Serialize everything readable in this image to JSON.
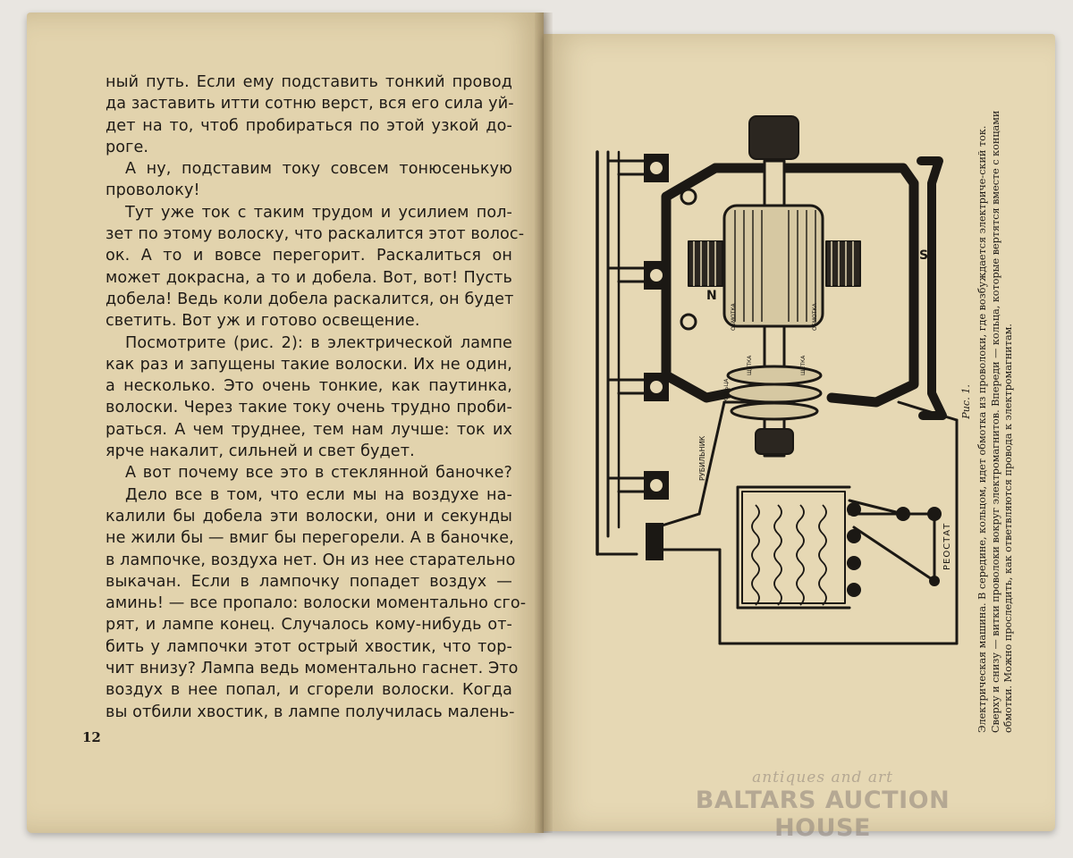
{
  "left_page": {
    "page_number": "12",
    "lines": [
      {
        "t": "ный путь. Если ему подставить тонкий провод",
        "cls": ""
      },
      {
        "t": "да заставить итти сотню верст, вся его сила уй-",
        "cls": ""
      },
      {
        "t": "дет на то, чтоб пробираться по этой узкой до-",
        "cls": ""
      },
      {
        "t": "роге.",
        "cls": "last"
      },
      {
        "t": "А ну, подставим току совсем тонюсенькую",
        "cls": "indent"
      },
      {
        "t": "проволоку!",
        "cls": "last"
      },
      {
        "t": "Тут уже ток с таким трудом и усилием пол-",
        "cls": "indent"
      },
      {
        "t": "зет по этому волоску, что раскалится этот волос-",
        "cls": ""
      },
      {
        "t": "ок. А то и вовсе перегорит. Раскалиться он",
        "cls": ""
      },
      {
        "t": "может докрасна, а то и добела. Вот, вот! Пусть",
        "cls": ""
      },
      {
        "t": "добела! Ведь коли добела раскалится, он будет",
        "cls": ""
      },
      {
        "t": "светить. Вот уж и готово освещение.",
        "cls": "last"
      },
      {
        "t": "Посмотрите (рис. 2): в электрической лампе",
        "cls": "indent"
      },
      {
        "t": "как раз и запущены такие волоски. Их не один,",
        "cls": ""
      },
      {
        "t": "а несколько. Это очень тонкие, как паутинка,",
        "cls": ""
      },
      {
        "t": "волоски. Через такие току очень трудно проби-",
        "cls": ""
      },
      {
        "t": "раться. А чем труднее, тем нам лучше: ток их",
        "cls": ""
      },
      {
        "t": "ярче накалит, сильней и свет будет.",
        "cls": "last"
      },
      {
        "t": "А вот почему все это в стеклянной баночке?",
        "cls": "indent"
      },
      {
        "t": "Дело все в том, что если мы на воздухе на-",
        "cls": "indent"
      },
      {
        "t": "калили бы добела эти волоски, они и секунды",
        "cls": ""
      },
      {
        "t": "не жили бы — вмиг бы перегорели. А в баночке,",
        "cls": ""
      },
      {
        "t": "в лампочке, воздуха нет. Он из нее старательно",
        "cls": ""
      },
      {
        "t": "выкачан. Если в лампочку попадет воздух —",
        "cls": ""
      },
      {
        "t": "аминь! — все пропало: волоски моментально сго-",
        "cls": ""
      },
      {
        "t": "рят, и лампе конец. Случалось кому-нибудь от-",
        "cls": ""
      },
      {
        "t": "бить у лампочки этот острый хвостик, что тор-",
        "cls": ""
      },
      {
        "t": "чит внизу? Лампа ведь моментально гаснет. Это",
        "cls": ""
      },
      {
        "t": "воздух в нее попал, и сгорели волоски. Когда",
        "cls": ""
      },
      {
        "t": "вы отбили хвостик, в лампе получилась малень-",
        "cls": ""
      }
    ]
  },
  "right_page": {
    "figure_label": "Рис. 1.",
    "caption": "Электрическая машина. В середине, кольцом, идет обмотка из проволоки, где возбуждается электриче-ский ток. Сверху и снизу — витки проволоки вокруг электромагнитов. Впереди — кольца, которые вертятся вместе с концами обмотки. Можно проследить, как ответвляются провода к электромагнитам.",
    "diagram_labels": {
      "north": "N",
      "south": "S",
      "switch": "РУБИЛЬНИК",
      "rheostat": "РЕОСТАТ",
      "winding_left": "ОБМОТКА",
      "winding_right": "ОБМОТКА",
      "ring_left": "КОЛЬЦА",
      "brush_left": "ЩЕТКА",
      "brush_right": "ЩЕТКА"
    }
  },
  "watermark": {
    "subtitle": "antiques and art",
    "title": "BALTARS AUCTION HOUSE"
  }
}
